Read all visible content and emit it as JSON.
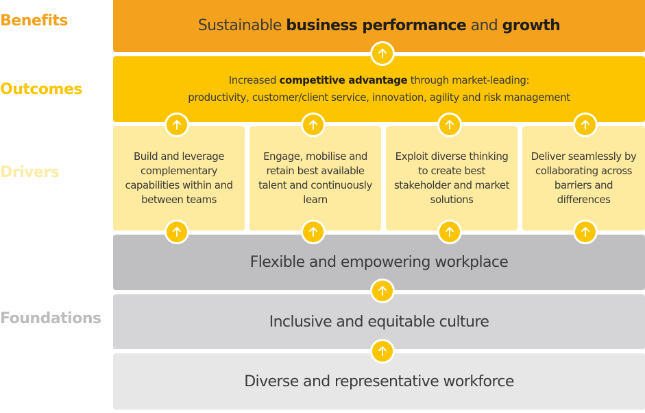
{
  "labels": {
    "benefits": "Benefits",
    "outcomes": "Outcomes",
    "drivers": "Drivers",
    "foundations": "Foundations"
  },
  "benefits": {
    "pre": "Sustainable ",
    "bold1": "business performance",
    "mid": " and ",
    "bold2": "growth"
  },
  "outcomes": {
    "pre": "Increased ",
    "bold": "competitive advantage",
    "post": " through market-leading:",
    "line2": "productivity, customer/client service, innovation, agility and risk management"
  },
  "drivers": [
    "Build and leverage complementary capabilities within and between teams",
    "Engage, mobilise and retain best available talent and continuously learn",
    "Exploit diverse thinking to create best stakeholder and market solutions",
    "Deliver seamlessly by collaborating across barriers and differences"
  ],
  "foundations": {
    "workplace": "Flexible and empowering workplace",
    "culture": "Inclusive and equitable culture",
    "workforce": "Diverse and representative workforce"
  },
  "colors": {
    "benefits": "#f4a21e",
    "outcomes": "#fcc500",
    "drivers": "#feeb9f",
    "workplace": "#bfbfc2",
    "culture": "#d5d5d7",
    "workforce": "#e7e7e8",
    "arrow": "#fcc500"
  },
  "icons": {
    "arrow": "arrow-up-icon"
  }
}
